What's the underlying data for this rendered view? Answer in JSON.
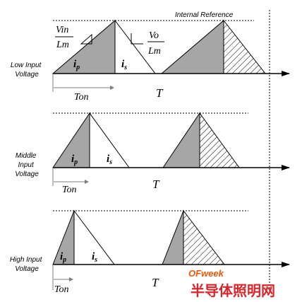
{
  "reference_label": "Internal Reference",
  "rows": [
    {
      "label_lines": [
        "Low Input",
        "Voltage"
      ]
    },
    {
      "label_lines": [
        "Middle",
        "Input",
        "Voltage"
      ]
    },
    {
      "label_lines": [
        "High Input",
        "Voltage"
      ]
    }
  ],
  "symbols": {
    "ip": "i",
    "ip_sub": "p",
    "is": "i",
    "is_sub": "s",
    "ton": "Ton",
    "t": "T",
    "vin": "Vin",
    "lm": "Lm",
    "vo": "Vo"
  },
  "watermark": {
    "brand": "OFweek",
    "site": "半导体照明网"
  },
  "colors": {
    "shade": "#a6a6a6",
    "line": "#000000",
    "dim": "#7f7f7f",
    "brand": "#e8590c",
    "site": "#d9262c"
  }
}
